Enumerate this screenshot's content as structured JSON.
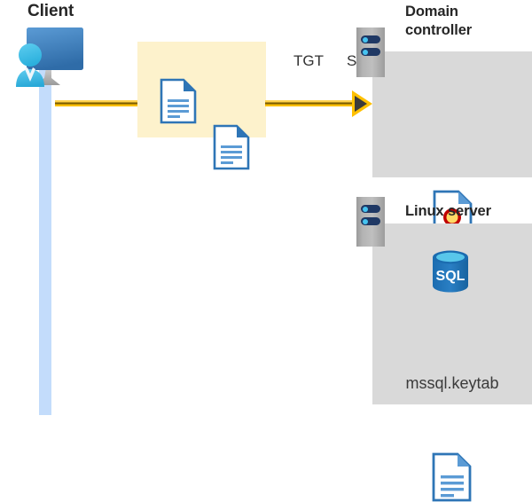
{
  "diagram": {
    "type": "kerberos-authentication-flow",
    "background": "#ffffff",
    "colors": {
      "panel_gray": "#d9d9d9",
      "highlight_yellow": "#fdf2cc",
      "arrow_yellow": "#ffc000",
      "lifeline_blue": "#c3dcfb",
      "server_navy": "#1f3864",
      "doc_blue": "#2e75b6",
      "sql_blue": "#1f6fb5",
      "title_text": "#262626"
    }
  },
  "client": {
    "title": "Client",
    "avatar_icon": "user-monitor-icon",
    "lifeline_name": "client-lifeline"
  },
  "token_box": {
    "items": [
      {
        "label": "TGT",
        "icon": "document-icon"
      },
      {
        "label": "SPN",
        "icon": "document-icon"
      }
    ]
  },
  "flow": {
    "arrow_icon": "arrow-right-icon",
    "direction": "client-to-domain-controller"
  },
  "domain_controller": {
    "title": "Domain controller",
    "title_lines": [
      "Domain",
      "controller"
    ],
    "server_icon": "server-rack-icon",
    "contents": [
      {
        "icon": "certificate-document-icon",
        "caption": ""
      }
    ]
  },
  "linux_server": {
    "title": "Linux server",
    "title_lines": [
      "Linux server"
    ],
    "server_icon": "server-rack-icon",
    "contents": [
      {
        "icon": "sql-database-icon",
        "label": "SQL",
        "caption": ""
      },
      {
        "icon": "document-icon",
        "caption": "mssql.keytab"
      }
    ]
  }
}
